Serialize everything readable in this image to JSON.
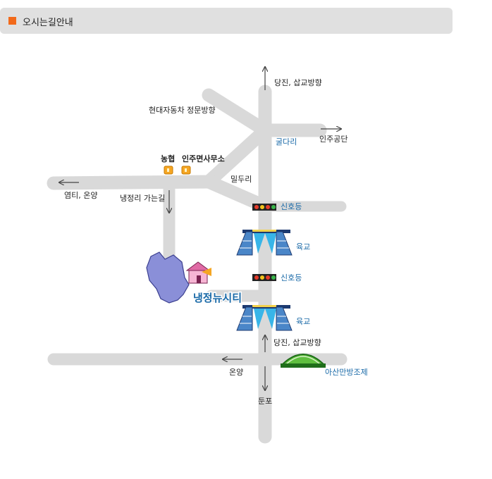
{
  "header": {
    "title": "오시는길안내"
  },
  "map": {
    "labels": {
      "north_direction": "당진, 삽교방향",
      "hyundai_gate": "현대자동차 정문방향",
      "guldari": "굴다리",
      "injoo_complex": "인주공단",
      "nonghyup": "농협",
      "injoo_office": "인주면사무소",
      "mildu_ri": "밀두리",
      "yeomti_onyang": "염티, 온양",
      "naengjeong_road": "냉정리 가는길",
      "signal_1": "신호등",
      "overpass_1": "육교",
      "signal_2": "신호등",
      "newcity": "냉정뉴시티",
      "overpass_2": "육교",
      "south_direction": "당진, 삽교방향",
      "onyang": "온양",
      "asan_bay": "아산만방조제",
      "dunpo": "둔포"
    },
    "colors": {
      "road": "#d9d9d9",
      "accent_blue": "#1a6aa8",
      "orange": "#f26a1b",
      "text": "#222222"
    }
  }
}
